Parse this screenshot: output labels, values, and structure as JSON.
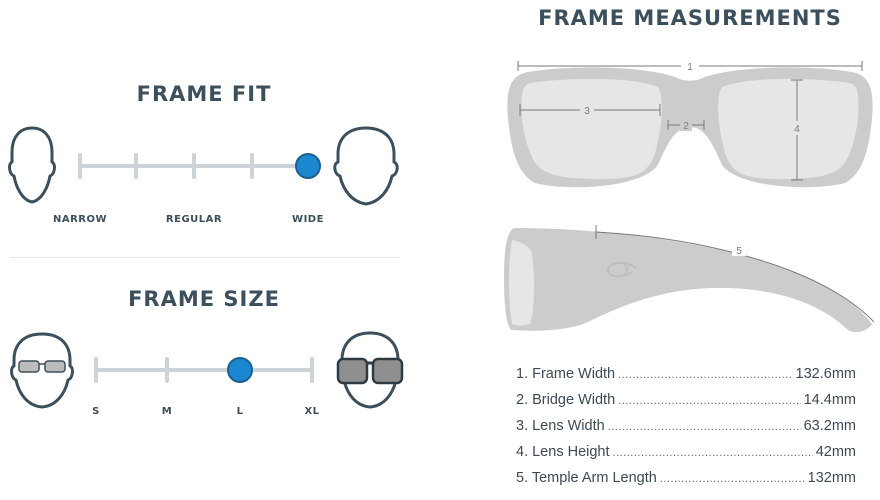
{
  "frame_fit": {
    "title": "FRAME FIT",
    "labels": [
      "NARROW",
      "REGULAR",
      "WIDE"
    ],
    "selected": "WIDE",
    "selected_color": "#1c87d1"
  },
  "frame_size": {
    "title": "FRAME SIZE",
    "labels": [
      "S",
      "M",
      "L",
      "XL"
    ],
    "selected": "L",
    "selected_color": "#1c87d1"
  },
  "frame_measurements": {
    "title": "FRAME MEASUREMENTS",
    "diagram_numbers": [
      "1",
      "2",
      "3",
      "4",
      "5"
    ],
    "items": [
      {
        "label": "1. Frame Width",
        "value": "132.6mm"
      },
      {
        "label": "2. Bridge Width",
        "value": "14.4mm"
      },
      {
        "label": "3. Lens Width",
        "value": "63.2mm"
      },
      {
        "label": "4. Lens Height",
        "value": "42mm"
      },
      {
        "label": "5. Temple Arm Length",
        "value": "132mm"
      }
    ]
  },
  "colors": {
    "heading": "#3c4f5c",
    "slider_track": "#cdd3d6",
    "frame_gray": "#cccccc",
    "lens_gray": "#e6e6e6"
  }
}
